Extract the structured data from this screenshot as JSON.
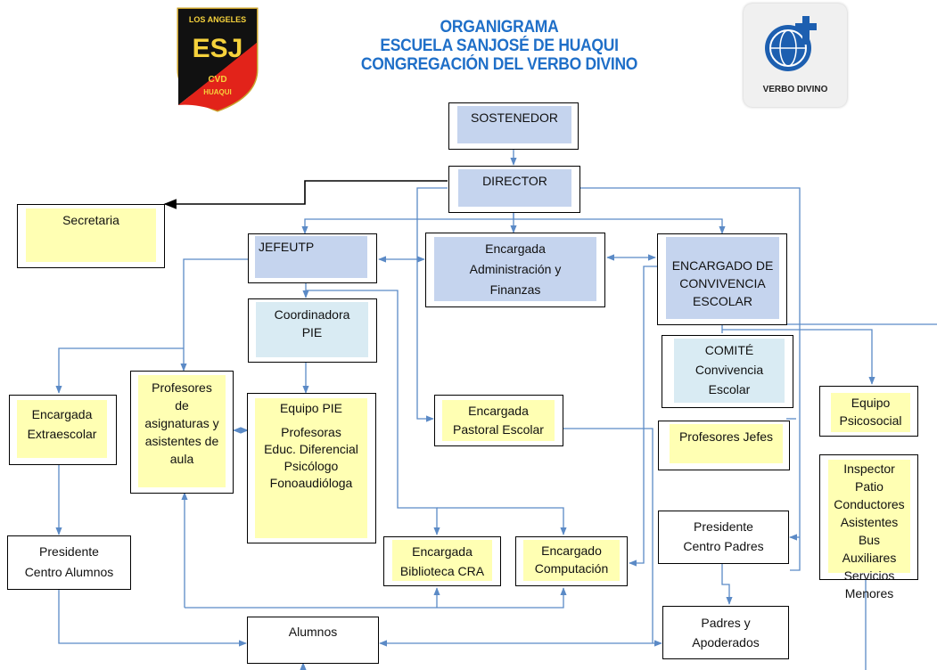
{
  "title": {
    "line1": "ORGANIGRAMA",
    "line2": "ESCUELA SANJOSÉ DE HUAQUI",
    "line3": "CONGREGACIÓN DEL VERBO DIVINO"
  },
  "logos": {
    "left": {
      "top": "LOS ANGELES",
      "center": "ESJ",
      "bottom1": "CVD",
      "bottom2": "HUAQUI"
    },
    "right": {
      "caption": "VERBO DIVINO"
    }
  },
  "nodes": {
    "sostenedor": [
      "SOSTENEDOR"
    ],
    "director": [
      "DIRECTOR"
    ],
    "secretaria": [
      "Secretaria"
    ],
    "jefeutp": [
      "JEFEUTP"
    ],
    "administracion": [
      "Encargada",
      "Administración y",
      "Finanzas"
    ],
    "convivencia": [
      "ENCARGADO DE",
      "CONVIVENCIA",
      "ESCOLAR"
    ],
    "coordinadora_pie": [
      "Coordinadora",
      "PIE"
    ],
    "comite": [
      "COMITÉ",
      "Convivencia",
      "Escolar"
    ],
    "extraescolar": [
      "Encargada",
      "Extraescolar"
    ],
    "profesores_asignaturas": [
      "Profesores",
      "de",
      "asignaturas y",
      "asistentes de",
      "aula"
    ],
    "equipo_pie": [
      "Equipo PIE",
      "",
      "Profesoras",
      "Educ. Diferencial",
      "Psicólogo",
      "Fonoaudióloga"
    ],
    "pastoral": [
      "Encargada",
      "Pastoral Escolar"
    ],
    "equipo_psicosocial": [
      "Equipo",
      "Psicosocial"
    ],
    "profesores_jefes": [
      "Profesores Jefes"
    ],
    "inspector": [
      "Inspector Patio",
      "Conductores",
      "Asistentes Bus",
      "Auxiliares",
      "Servicios",
      "Menores"
    ],
    "centro_alumnos": [
      "Presidente",
      "Centro Alumnos"
    ],
    "biblioteca": [
      "Encargada",
      "Biblioteca CRA"
    ],
    "computacion": [
      "Encargado",
      "Computación"
    ],
    "centro_padres": [
      "Presidente",
      "Centro Padres"
    ],
    "alumnos": [
      "Alumnos"
    ],
    "padres": [
      "Padres y",
      "Apoderados"
    ]
  },
  "colors": {
    "title": "#1f6fc8",
    "blue_fill": "#c5d4ee",
    "pale_fill": "#d9ebf3",
    "yellow_fill": "#ffffb3",
    "connector": "#5b8ac6"
  }
}
